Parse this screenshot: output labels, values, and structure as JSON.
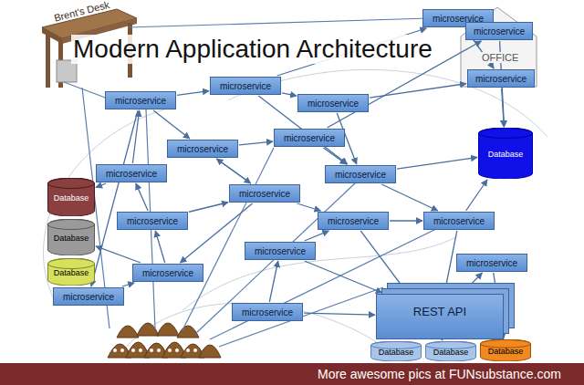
{
  "diagram": {
    "title": "Modern Application Architecture",
    "nodes": [
      {
        "text": [
          "microservice"
        ]
      },
      {
        "text": [
          "microservice"
        ]
      },
      {
        "text": [
          "microservice"
        ]
      },
      {
        "text": [
          "microservice"
        ]
      },
      {
        "text": [
          "microservice"
        ]
      },
      {
        "text": [
          "microservice"
        ]
      },
      {
        "text": [
          "microservice"
        ]
      },
      {
        "text": [
          "microservice"
        ]
      },
      {
        "text": [
          "microservice"
        ]
      },
      {
        "text": [
          "microservice"
        ]
      },
      {
        "text": [
          "microservice"
        ]
      },
      {
        "text": [
          "microservice"
        ]
      },
      {
        "text": [
          "microservice"
        ]
      },
      {
        "text": [
          "microservice"
        ]
      },
      {
        "text": [
          "microservice"
        ]
      },
      {
        "text": [
          "microservice"
        ]
      },
      {
        "text": [
          "microservice"
        ]
      },
      {
        "text": [
          "microservice"
        ]
      },
      {
        "text": [
          "microservice"
        ]
      },
      {
        "text": [
          "REST API"
        ]
      },
      {
        "text": [
          "Database"
        ]
      },
      {
        "text": [
          "Database"
        ]
      },
      {
        "text": [
          "Database"
        ]
      },
      {
        "text": [
          "Database"
        ]
      },
      {
        "text": [
          "Database"
        ]
      },
      {
        "text": [
          "Database"
        ]
      },
      {
        "text": [
          "Database"
        ]
      }
    ],
    "edges": [
      {
        "from": 4,
        "to": 3,
        "arrow": "to"
      },
      {
        "from": 3,
        "to": 5,
        "arrow": "to"
      },
      {
        "from": 4,
        "to": 7,
        "arrow": "to"
      },
      {
        "from": 7,
        "to": 6,
        "arrow": "to"
      },
      {
        "from": 5,
        "to": 9,
        "arrow": "to"
      },
      {
        "from": 6,
        "to": 9,
        "arrow": "to"
      },
      {
        "from": 8,
        "to": 4,
        "arrow": "to"
      },
      {
        "from": 9,
        "to": 20,
        "arrow": "to"
      },
      {
        "from": 10,
        "to": 7,
        "arrow": "to"
      },
      {
        "from": 11,
        "to": 8,
        "arrow": "to"
      },
      {
        "from": 12,
        "to": 13,
        "arrow": "to"
      },
      {
        "from": 13,
        "to": 20,
        "arrow": "to"
      },
      {
        "from": 14,
        "to": 12,
        "arrow": "to"
      },
      {
        "from": 15,
        "to": 11,
        "arrow": "to"
      },
      {
        "from": 16,
        "to": 15,
        "arrow": "to"
      },
      {
        "from": 17,
        "to": 14,
        "arrow": "to"
      },
      {
        "from": 19,
        "to": 18,
        "arrow": "to"
      },
      {
        "from": 3,
        "to": 0,
        "arrow": "to"
      },
      {
        "from": 5,
        "to": 2,
        "arrow": "to"
      },
      {
        "from": 2,
        "to": 20,
        "arrow": "to"
      },
      {
        "from": 9,
        "to": 13,
        "arrow": "to"
      },
      {
        "from": 10,
        "to": 12,
        "arrow": "to"
      },
      {
        "from": 11,
        "to": 10,
        "arrow": "to"
      },
      {
        "from": 14,
        "to": 19,
        "arrow": "to"
      },
      {
        "from": 17,
        "to": 19,
        "arrow": "to"
      },
      {
        "from": 13,
        "to": 19,
        "arrow": "to"
      },
      {
        "from": 6,
        "to": 1,
        "arrow": "to"
      },
      {
        "from": 8,
        "to": 21,
        "arrow": "to"
      },
      {
        "from": 15,
        "to": 22,
        "arrow": "to"
      },
      {
        "from": 12,
        "to": 25,
        "arrow": "to"
      },
      {
        "from": 18,
        "to": 26,
        "arrow": "to"
      },
      {
        "from": 7,
        "to": 10,
        "arrow": "to"
      },
      {
        "from": 10,
        "to": 15,
        "arrow": "to"
      },
      {
        "from": 4,
        "to": 16,
        "arrow": "to"
      },
      {
        "from": 3,
        "to": 9,
        "arrow": "to"
      },
      {
        "from": 1,
        "to": 20,
        "arrow": "to"
      },
      {
        "from": 0,
        "to": 2,
        "arrow": "to"
      }
    ],
    "labels": [
      "Brent's Desk",
      "OFFICE",
      "More awesome pics at FUNsubstance.com"
    ]
  }
}
